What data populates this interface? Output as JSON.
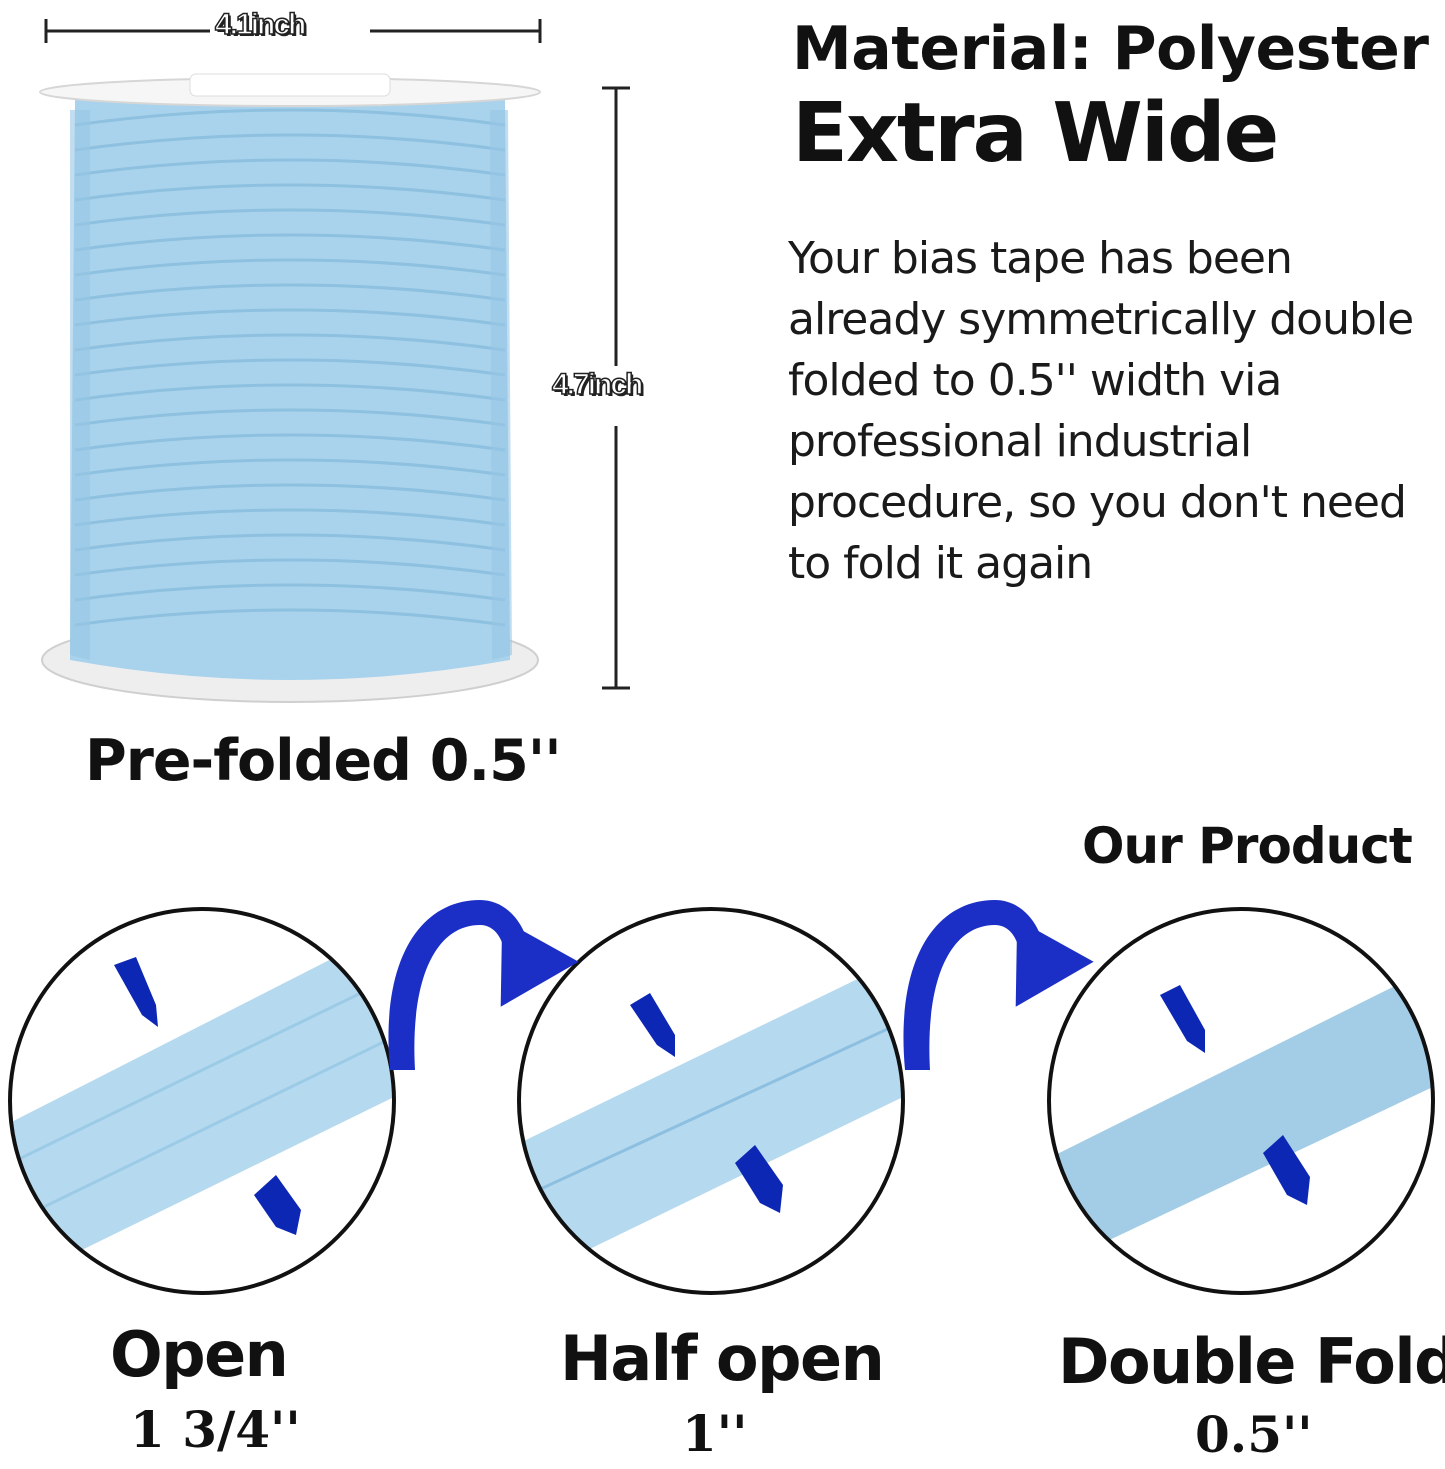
{
  "dimensions": {
    "width_label": "4.1inch",
    "height_label": "4.7inch"
  },
  "headline": {
    "material": "Material: Polyester",
    "extra_wide": "Extra Wide"
  },
  "description": "Your bias tape has been already symmetrically double folded to 0.5'' width via professional industrial procedure,  so you don't need to fold it again",
  "prefolded_label": "Pre-folded 0.5''",
  "our_product_label": "Our Product",
  "fold_stages": [
    {
      "name": "Open",
      "size": "1 3/4''"
    },
    {
      "name": "Half open",
      "size": "1''"
    },
    {
      "name": "Double Fold",
      "size": "0.5''"
    }
  ],
  "colors": {
    "tape": "#a9d3ec",
    "tape_dark": "#8dbfdf",
    "marker": "#0d27b5",
    "arrow": "#1b2fc7",
    "spool": "#f4f4f4"
  }
}
